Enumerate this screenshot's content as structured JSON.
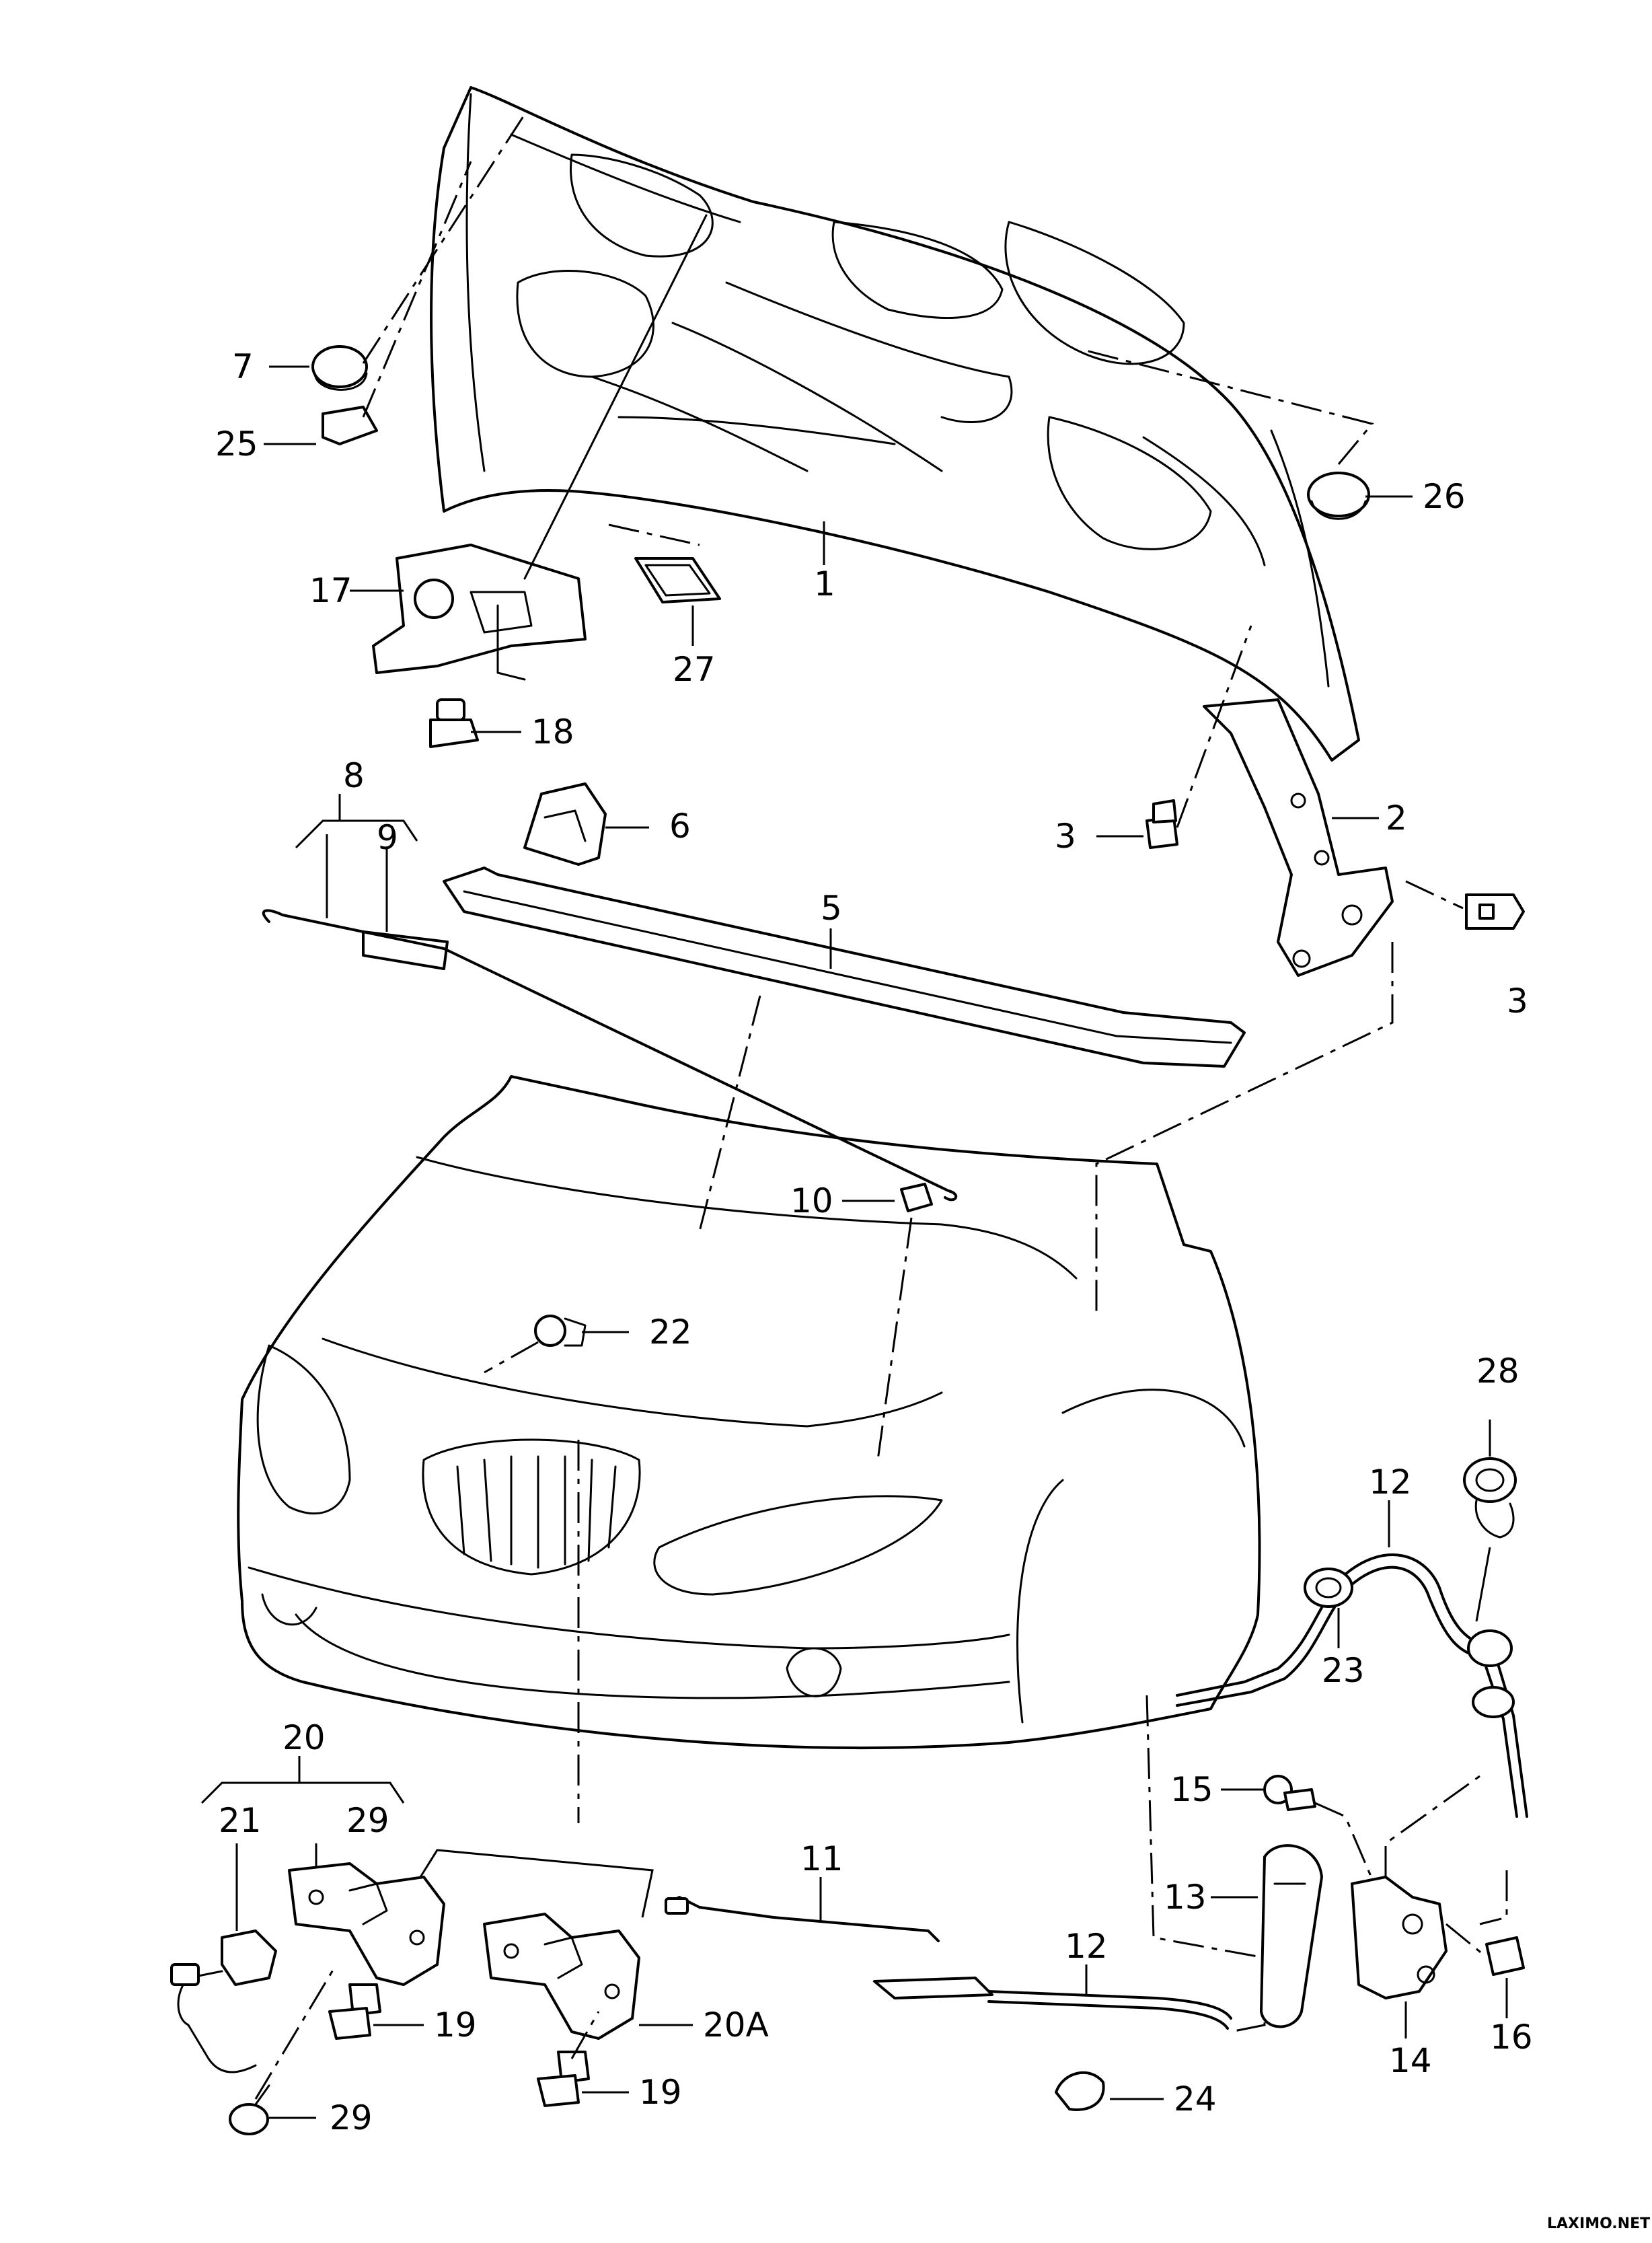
{
  "callouts": {
    "p1": "1",
    "p2": "2",
    "p3a": "3",
    "p3b": "3",
    "p5": "5",
    "p6": "6",
    "p7": "7",
    "p8": "8",
    "p9": "9",
    "p10": "10",
    "p11": "11",
    "p12a": "12",
    "p12b": "12",
    "p13": "13",
    "p14": "14",
    "p15": "15",
    "p16": "16",
    "p17": "17",
    "p18": "18",
    "p19a": "19",
    "p19b": "19",
    "p20": "20",
    "p20a": "20A",
    "p21": "21",
    "p22": "22",
    "p23": "23",
    "p24": "24",
    "p25": "25",
    "p26": "26",
    "p27": "27",
    "p28": "28",
    "p29a": "29",
    "p29b": "29"
  },
  "watermark": "LAXIMO.NET"
}
